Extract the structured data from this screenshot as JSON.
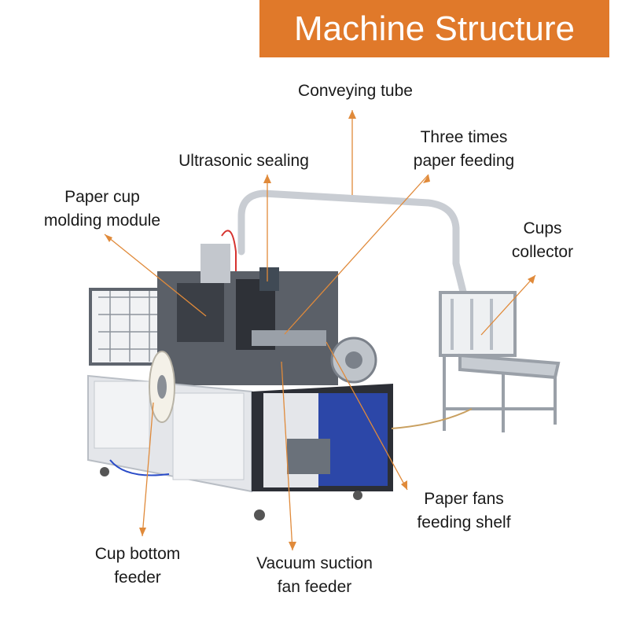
{
  "header": {
    "title": "Machine Structure"
  },
  "labels": {
    "conveying_tube": "Conveying tube",
    "three_times_1": "Three times",
    "three_times_2": "paper feeding",
    "ultrasonic": "Ultrasonic sealing",
    "molding_1": "Paper cup",
    "molding_2": "molding module",
    "collector_1": "Cups",
    "collector_2": "collector",
    "fans_shelf_1": "Paper fans",
    "fans_shelf_2": "feeding shelf",
    "bottom_feeder_1": "Cup bottom",
    "bottom_feeder_2": "feeder",
    "vacuum_1": "Vacuum suction",
    "vacuum_2": "fan feeder"
  },
  "colors": {
    "banner": "#e0792a",
    "pointer": "#e08a3a",
    "cabinet_light": "#e4e6ea",
    "cabinet_dark": "#2c2f36",
    "blue_box": "#2c47a8"
  }
}
